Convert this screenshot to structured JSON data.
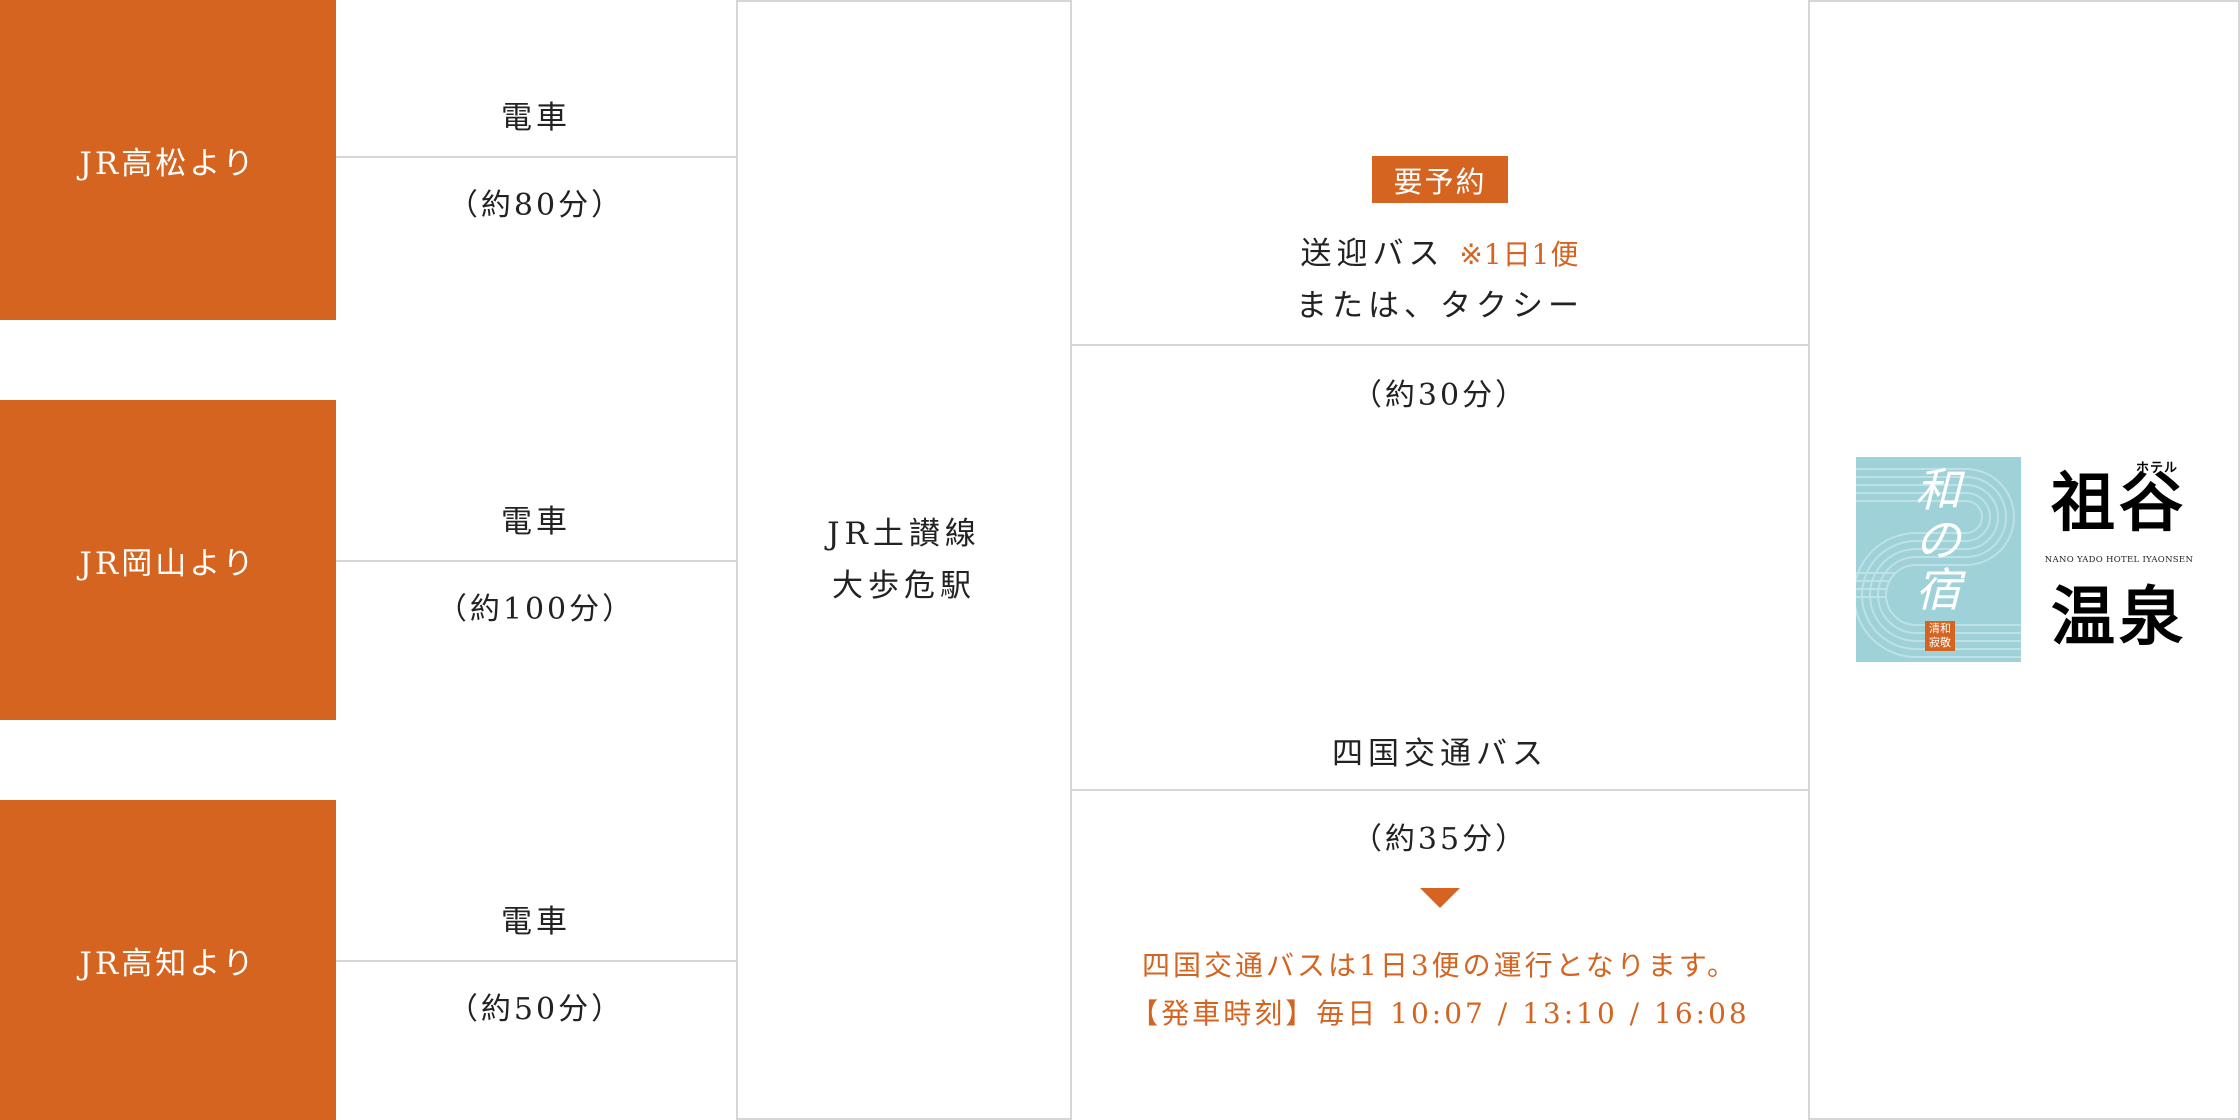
{
  "colors": {
    "accent": "#d46420",
    "divider": "#d6d6d6",
    "logo_bg": "#9fd1d9",
    "text": "#222222"
  },
  "origins": [
    {
      "label": "JR高松より",
      "mode": "電車",
      "duration": "（約80分）"
    },
    {
      "label": "JR岡山より",
      "mode": "電車",
      "duration": "（約100分）"
    },
    {
      "label": "JR高知より",
      "mode": "電車",
      "duration": "（約50分）"
    }
  ],
  "station": {
    "line1": "JR土讃線",
    "line2": "大歩危駅"
  },
  "shuttle": {
    "badge": "要予約",
    "mode": "送迎バス",
    "note": "※1日1便",
    "alt": "または、タクシー",
    "duration": "（約30分）"
  },
  "bus": {
    "mode": "四国交通バス",
    "duration": "（約35分）",
    "arrow_icon": "triangle-down-icon",
    "info_line1": "四国交通バスは1日3便の運行となります。",
    "info_line2": "【発車時刻】毎日 10:07 / 13:10 / 16:08"
  },
  "hotel": {
    "logo1": {
      "title": "和の宿",
      "seal_line1": "清和",
      "seal_line2": "寂敬"
    },
    "logo2": {
      "kana": "ホテル",
      "top": "祖谷",
      "subtitle": "NANO YADO HOTEL IYAONSEN",
      "bottom": "温泉"
    }
  }
}
